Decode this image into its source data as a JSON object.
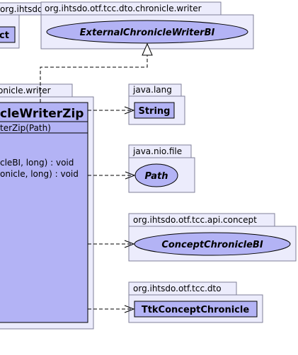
{
  "packages": {
    "left_top": {
      "label": "org.ihtsdo"
    },
    "external": {
      "label": "org.ihtsdo.otf.tcc.dto.chronicle.writer",
      "class_name": "ExternalChronicleWriterBI"
    },
    "main": {
      "label": "onicle.writer"
    },
    "java_lang": {
      "label": "java.lang",
      "class_name": "String"
    },
    "java_nio": {
      "label": "java.nio.file",
      "class_name": "Path"
    },
    "concept": {
      "label": "org.ihtsdo.otf.tcc.api.concept",
      "class_name": "ConceptChronicleBI"
    },
    "dto": {
      "label": "org.ihtsdo.otf.tcc.dto",
      "class_name": "TtkConceptChronicle"
    }
  },
  "left_top_class": {
    "name": "ct"
  },
  "main_class": {
    "name": "cleWriterZip",
    "constructor": "terZip(Path)",
    "methods": [
      "cleBI, long) : void",
      "onicle, long) : void"
    ]
  },
  "colors": {
    "package_fill": "#ececfc",
    "package_stroke": "#7f7f99",
    "class_fill": "#b3b3f5"
  }
}
